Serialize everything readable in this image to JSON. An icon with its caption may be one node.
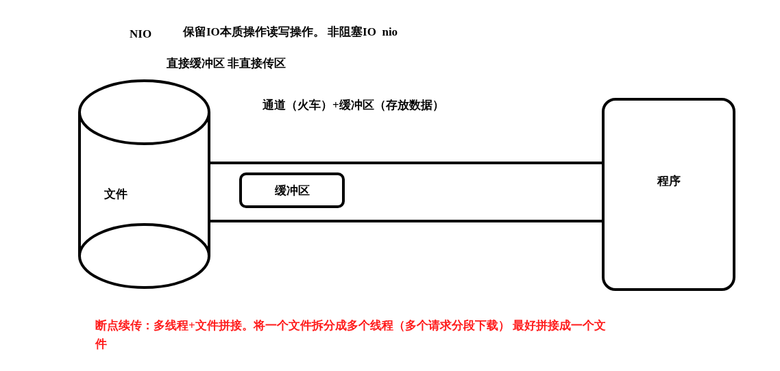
{
  "diagram": {
    "nodes": [
      {
        "text": [
          "文件"
        ]
      },
      {
        "text": [
          "通道（火车）+缓冲区（存放数据）"
        ]
      },
      {
        "text": [
          "缓冲区"
        ],
        "in": 1
      },
      {
        "text": [
          "程序"
        ]
      }
    ],
    "labels": [
      "NIO",
      "保留IO本质操作读写操作。 非阻塞IO  nio",
      "直接缓冲区 非直接传区",
      "断点续传：多线程+文件拼接。将一个文件拆分成多个线程（多个请求分段下载） 最好拼接成一个文件"
    ]
  }
}
